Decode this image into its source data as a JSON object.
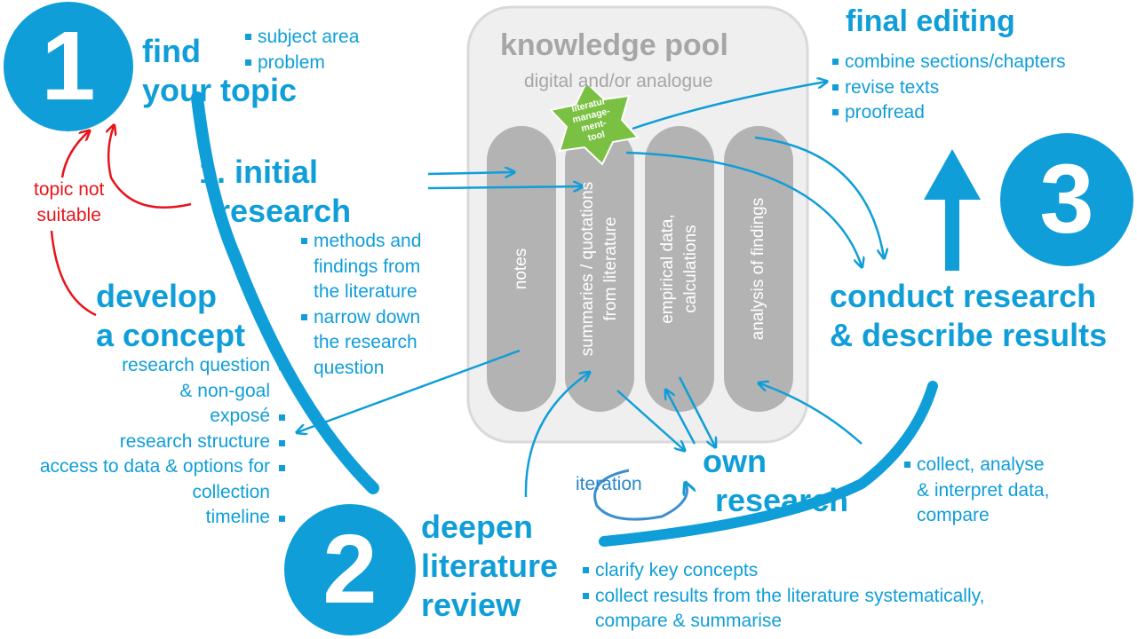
{
  "step1": {
    "number": "1",
    "title_line1": "find",
    "title_line2": "your topic",
    "bullets": [
      "subject area",
      "problem"
    ]
  },
  "initial_research": {
    "title_line1": "1. initial",
    "title_line2": "research",
    "bullets": [
      {
        "line1": "methods and",
        "line2": "findings from",
        "line3": "the literature"
      },
      {
        "line1": "narrow down",
        "line2": "the research",
        "line3": "question"
      }
    ]
  },
  "topic_not_suitable": {
    "line1": "topic not",
    "line2": "suitable"
  },
  "develop_concept": {
    "title_line1": "develop",
    "title_line2": "a concept",
    "lines": [
      {
        "text": "research question",
        "bullet": true
      },
      {
        "text": "& non-goal",
        "bullet": false
      },
      {
        "text": "exposé",
        "bullet": true
      },
      {
        "text": "research structure",
        "bullet": true
      },
      {
        "text": "access to data & options for",
        "bullet": true
      },
      {
        "text": "collection",
        "bullet": false
      },
      {
        "text": "timeline",
        "bullet": true
      }
    ]
  },
  "knowledge_pool": {
    "title": "knowledge pool",
    "subtitle": "digital and/or analogue",
    "columns": [
      {
        "line1": "notes",
        "line2": ""
      },
      {
        "line1": "summaries / quotations",
        "line2": "from literature"
      },
      {
        "line1": "empirical data,",
        "line2": "calculations"
      },
      {
        "line1": "analysis of findings",
        "line2": ""
      }
    ],
    "star_lines": [
      "literatur",
      "manage-",
      "ment-",
      "tool"
    ]
  },
  "final_editing": {
    "title": "final editing",
    "bullets": [
      "combine sections/chapters",
      "revise texts",
      "proofread"
    ]
  },
  "step3": {
    "number": "3",
    "title_line1": "conduct research",
    "title_line2": "& describe results",
    "bullets": [
      {
        "line1": "collect, analyse",
        "line2": "& interpret data,",
        "line3": "compare"
      }
    ]
  },
  "own_research": {
    "line1": "own",
    "line2": "research",
    "iteration": "iteration"
  },
  "step2": {
    "number": "2",
    "title_line1": "deepen",
    "title_line2": "literature",
    "title_line3": "review",
    "bullets": [
      {
        "line1": "clarify key concepts",
        "line2": ""
      },
      {
        "line1": "collect results from the literature systematically,",
        "line2": "compare & summarise"
      }
    ]
  },
  "colors": {
    "accent": "#0f9ed8",
    "pool_bg": "#efefef",
    "column": "#b3b3b3",
    "star": "#7ac143",
    "red": "#e8141b"
  }
}
